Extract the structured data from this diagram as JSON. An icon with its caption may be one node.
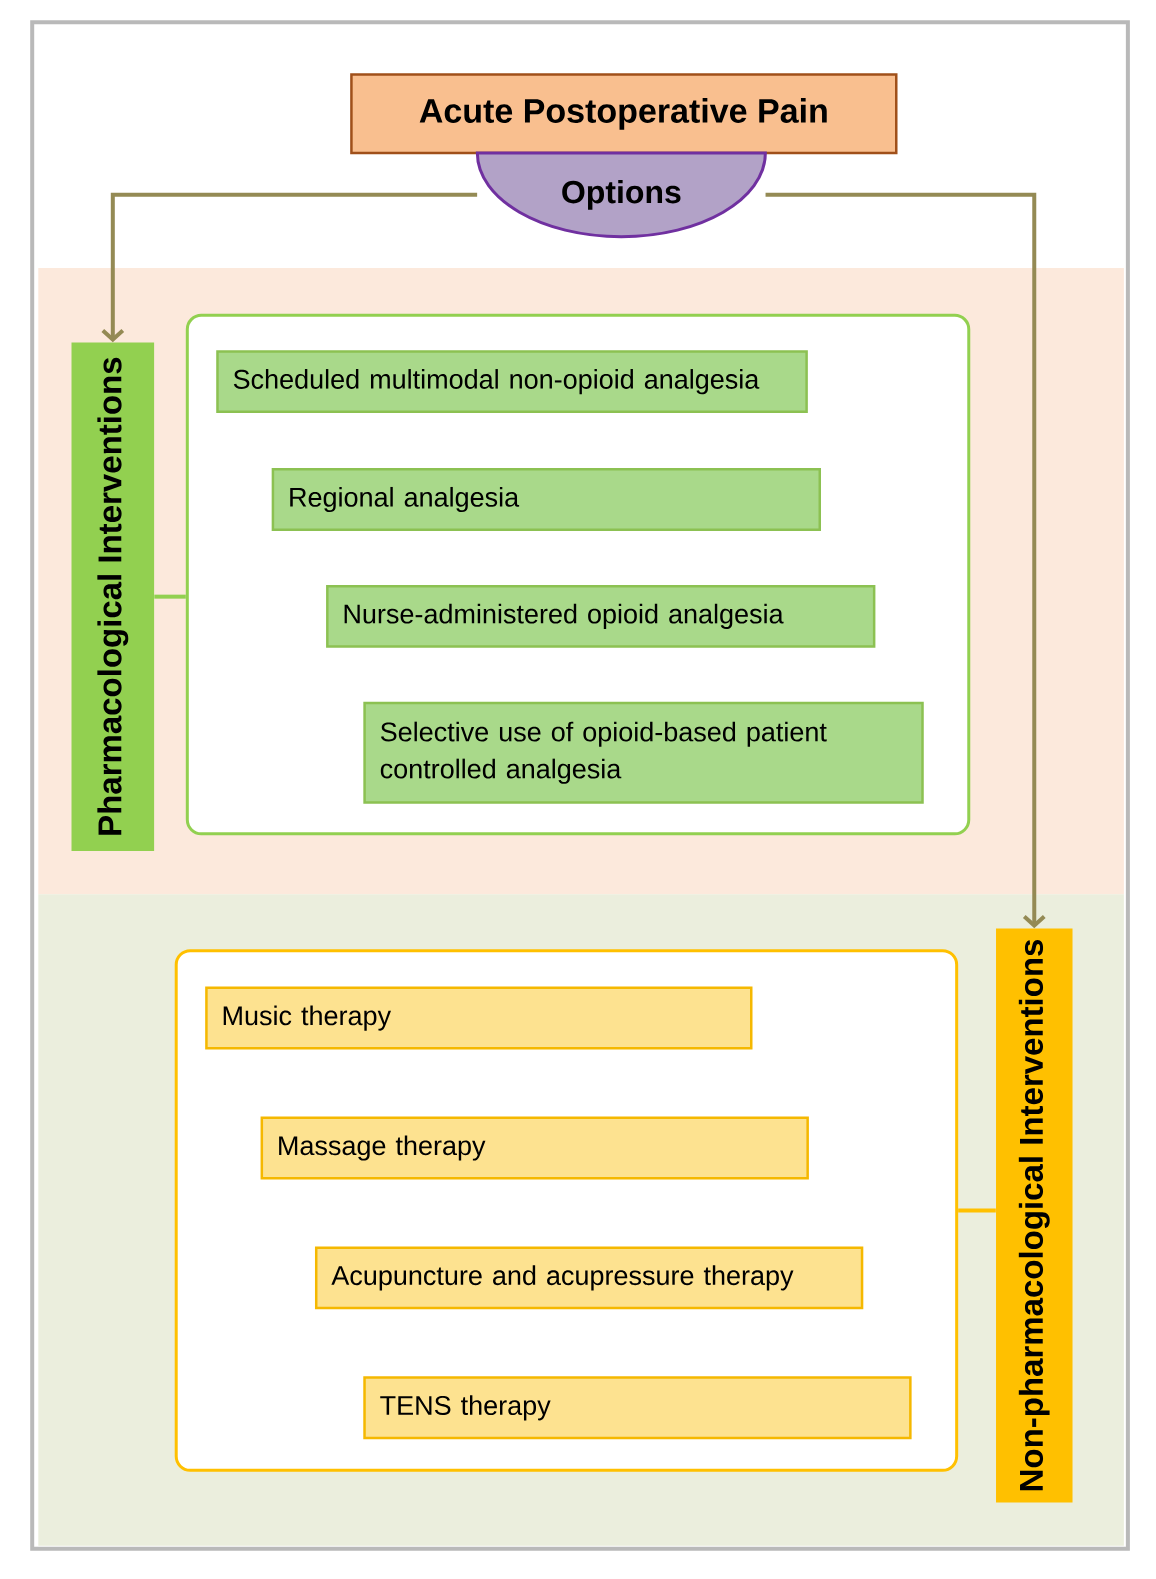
{
  "diagram": {
    "nodes": [
      {
        "text": [
          "Acute Postoperative Pain"
        ]
      },
      {
        "text": [
          "Options"
        ]
      },
      {
        "text": [
          "Pharmacological Interventions"
        ]
      },
      {
        "text": [],
        "shape": "box"
      },
      {
        "text": [
          "Scheduled multimodal non-opioid analgesia"
        ],
        "in": 3
      },
      {
        "text": [
          "Regional analgesia"
        ],
        "in": 3
      },
      {
        "text": [
          "Nurse-administered opioid analgesia"
        ],
        "in": 3
      },
      {
        "text": [
          "Selective use of opioid-based patient controlled analgesia"
        ],
        "in": 3
      },
      {
        "text": [
          "Non-pharmacological Interventions"
        ]
      },
      {
        "text": [],
        "shape": "box"
      },
      {
        "text": [
          "Music therapy"
        ],
        "in": 9
      },
      {
        "text": [
          "Massage therapy"
        ],
        "in": 9
      },
      {
        "text": [
          "Acupuncture and acupressure therapy"
        ],
        "in": 9
      },
      {
        "text": [
          "TENS therapy"
        ],
        "in": 9
      }
    ],
    "edges": [
      {
        "from": 1,
        "to": 2,
        "arrow": "to"
      },
      {
        "from": 1,
        "to": 8,
        "arrow": "to"
      },
      {
        "from": 2,
        "to": 3,
        "arrow": "none",
        "color": "#92d050"
      },
      {
        "from": 9,
        "to": 8,
        "arrow": "none",
        "color": "#ffc000"
      }
    ]
  }
}
